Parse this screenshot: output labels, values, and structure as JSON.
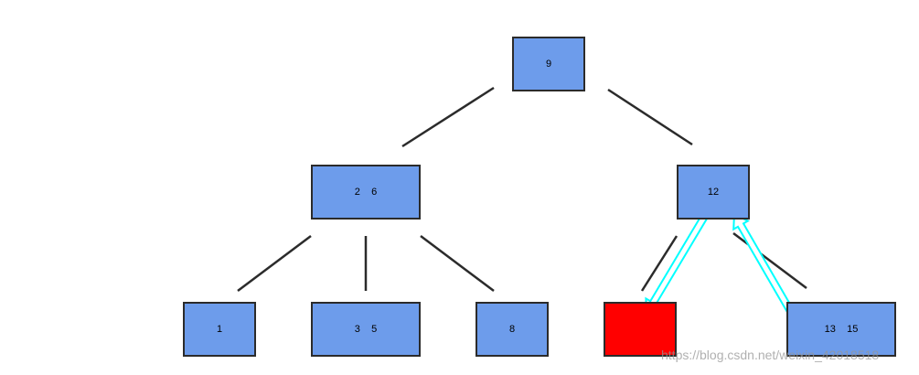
{
  "diagram": {
    "colors": {
      "node_fill": "#6d9ceb",
      "highlight_fill": "#ff0000",
      "edge": "#2b2b2b",
      "arrow": "#00ffff",
      "watermark": "#9a9a9a"
    },
    "nodes": [
      {
        "id": "n9",
        "label": "9",
        "state": "normal"
      },
      {
        "id": "n2-6",
        "label": "2    6",
        "state": "normal"
      },
      {
        "id": "n12",
        "label": "12",
        "state": "normal"
      },
      {
        "id": "n1",
        "label": "1",
        "state": "normal"
      },
      {
        "id": "n3-5",
        "label": "3    5",
        "state": "normal"
      },
      {
        "id": "n8",
        "label": "8",
        "state": "normal"
      },
      {
        "id": "n-empty",
        "label": "",
        "state": "highlighted"
      },
      {
        "id": "n13-15",
        "label": "13    15",
        "state": "normal"
      }
    ],
    "edges": [
      {
        "from": "n9",
        "to": "n2-6"
      },
      {
        "from": "n9",
        "to": "n12"
      },
      {
        "from": "n2-6",
        "to": "n1"
      },
      {
        "from": "n2-6",
        "to": "n3-5"
      },
      {
        "from": "n2-6",
        "to": "n8"
      },
      {
        "from": "n12",
        "to": "n-empty"
      },
      {
        "from": "n12",
        "to": "n13-15"
      }
    ],
    "arrows": [
      {
        "from": "n12",
        "to": "n-empty"
      },
      {
        "from": "n13-15",
        "to": "n12"
      }
    ]
  },
  "watermark": "https://blog.csdn.net/weixin_42018518"
}
